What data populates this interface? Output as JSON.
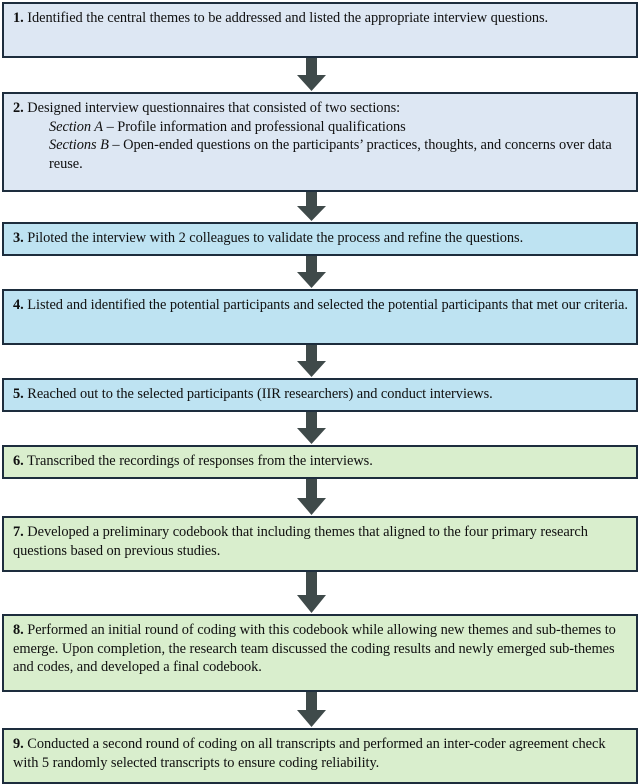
{
  "figure": {
    "type": "vertical-flowchart",
    "title": "",
    "orientation": "top-to-bottom",
    "connector": "down-arrow",
    "colors": {
      "box_fill_phase1": "#dde7f3",
      "box_fill_phase2": "#bee3f2",
      "box_fill_phase3": "#d9eecd",
      "box_border": "#1d2d3d",
      "arrow": "#3f4a4a",
      "text": "#101010",
      "background": "#ffffff"
    }
  },
  "steps": [
    {
      "number": "1.",
      "text": "Identified the central themes to be addressed and listed the appropriate interview questions.",
      "fill": "#dde7f3"
    },
    {
      "number": "2.",
      "text": "Designed interview questionnaires that consisted of two sections:",
      "sub_lines": [
        {
          "italic": "Section A",
          "rest": " – Profile information and professional qualifications"
        },
        {
          "italic": "Sections B",
          "rest": " – Open-ended questions on the participants’  practices, thoughts, and concerns over data reuse."
        }
      ],
      "fill": "#dde7f3"
    },
    {
      "number": "3.",
      "text": "Piloted the interview with 2 colleagues to validate the process and refine the questions.",
      "fill": "#bee3f2"
    },
    {
      "number": "4.",
      "text": "Listed and identified the potential participants and selected the potential participants that met our criteria.",
      "fill": "#bee3f2"
    },
    {
      "number": "5.",
      "text": "Reached out to the selected participants (IIR researchers) and conduct interviews.",
      "fill": "#bee3f2"
    },
    {
      "number": "6.",
      "text": "Transcribed the recordings of responses from the interviews.",
      "fill": "#d9eecd"
    },
    {
      "number": "7.",
      "text": "Developed a preliminary codebook that including themes that aligned to the four primary research questions based on previous studies.",
      "fill": "#d9eecd"
    },
    {
      "number": "8.",
      "text": "Performed an initial round of coding with this codebook while allowing new themes and sub-themes to emerge. Upon completion, the research team discussed the coding results and newly emerged sub-themes and codes, and developed a final codebook.",
      "fill": "#d9eecd"
    },
    {
      "number": "9.",
      "text": "Conducted a second round of coding on all transcripts and performed an inter-coder agreement check with 5 randomly selected transcripts to ensure coding reliability.",
      "fill": "#d9eecd"
    }
  ],
  "connectors": [
    {
      "from": "1",
      "to": "2",
      "icon": "down-arrow-icon"
    },
    {
      "from": "2",
      "to": "3",
      "icon": "down-arrow-icon"
    },
    {
      "from": "3",
      "to": "4",
      "icon": "down-arrow-icon"
    },
    {
      "from": "4",
      "to": "5",
      "icon": "down-arrow-icon"
    },
    {
      "from": "5",
      "to": "6",
      "icon": "down-arrow-icon"
    },
    {
      "from": "6",
      "to": "7",
      "icon": "down-arrow-icon"
    },
    {
      "from": "7",
      "to": "8",
      "icon": "down-arrow-icon"
    },
    {
      "from": "8",
      "to": "9",
      "icon": "down-arrow-icon"
    }
  ]
}
